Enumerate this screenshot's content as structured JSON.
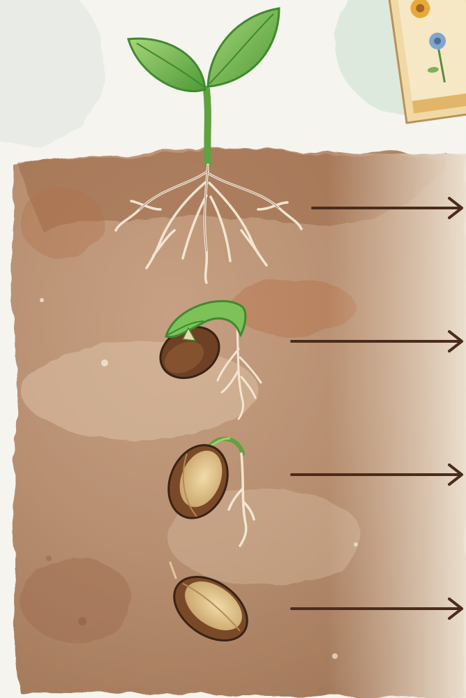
{
  "title": "",
  "stages": [
    {
      "name": "seedling",
      "label": ""
    },
    {
      "name": "sprouting-seed",
      "label": ""
    },
    {
      "name": "germinating-seed",
      "label": ""
    },
    {
      "name": "seed",
      "label": ""
    }
  ],
  "colors": {
    "paper": "#f6f4ef",
    "soil": "#b0876a",
    "soil_dark": "#8a5a3c",
    "leaf": "#7cc259",
    "leaf_dark": "#3f8a2e",
    "seed_shell": "#8a5a32",
    "seed_inner": "#dcc08a",
    "root": "#f2e6d2",
    "arrow": "#4a2c1c"
  }
}
